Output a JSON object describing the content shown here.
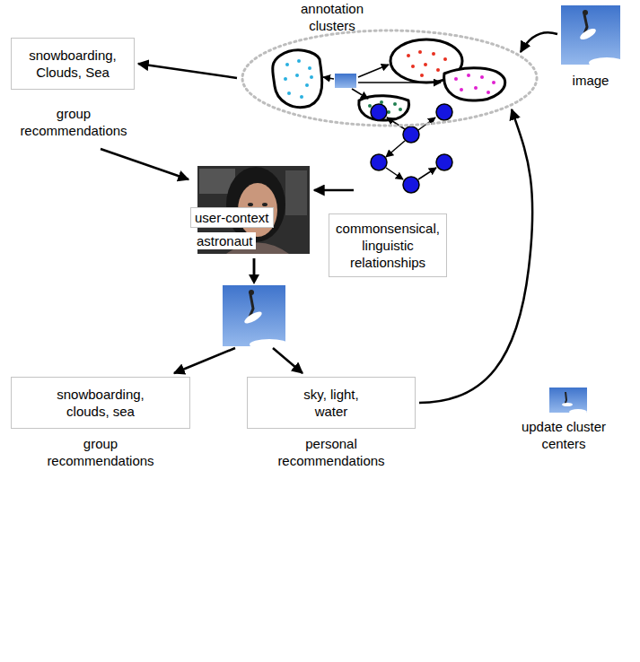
{
  "diagram": {
    "nodes": [
      {
        "text": [
          "annotation clusters"
        ]
      },
      {
        "text": [
          "image"
        ]
      },
      {
        "text": [
          "snowboarding, Clouds, Sea",
          "group recommendations"
        ]
      },
      {
        "text": [
          "user-context",
          "astronaut"
        ]
      },
      {
        "text": [
          "commonsensical, linguistic relationships"
        ]
      },
      {
        "text": [
          "snowboarding, clouds, sea",
          "group recommendations"
        ]
      },
      {
        "text": [
          "sky, light, water",
          "personal recommendations"
        ]
      }
    ],
    "edges": [
      {
        "from": 1,
        "to": 0,
        "arrow": "to"
      },
      {
        "from": 0,
        "to": 2,
        "arrow": "to"
      },
      {
        "from": 2,
        "to": 3,
        "arrow": "to"
      },
      {
        "from": 4,
        "to": 3,
        "arrow": "to"
      },
      {
        "from": 3,
        "to": 5,
        "arrow": "to"
      },
      {
        "from": 3,
        "to": 6,
        "arrow": "to"
      },
      {
        "from": 6,
        "to": 0,
        "arrow": "to",
        "label": "update cluster centers"
      }
    ]
  }
}
